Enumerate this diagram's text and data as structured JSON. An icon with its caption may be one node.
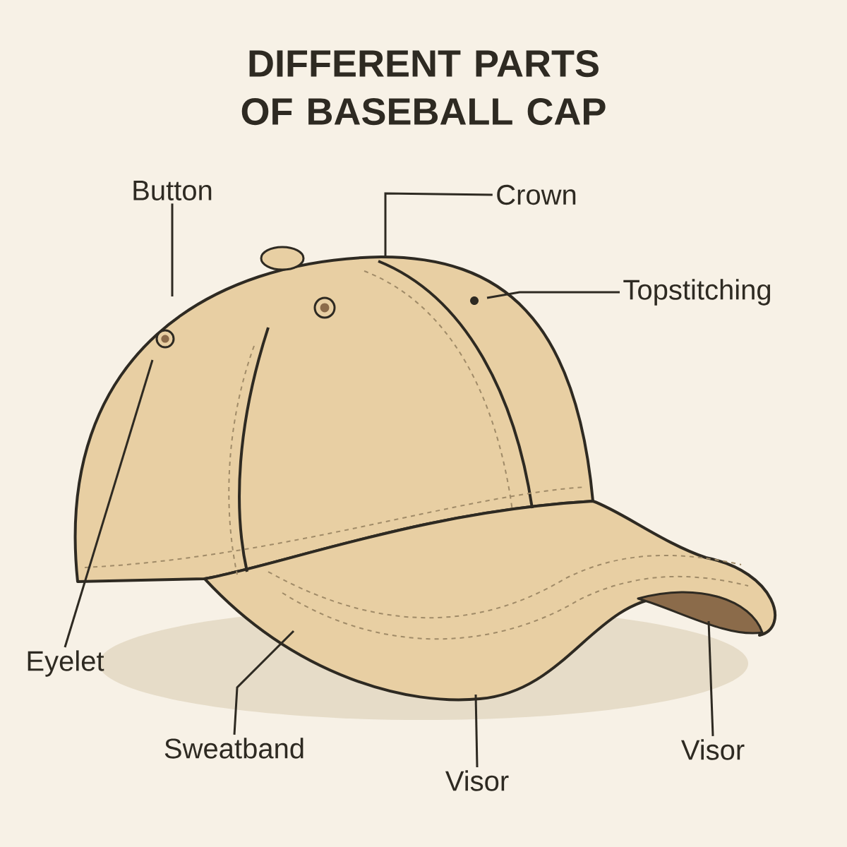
{
  "diagram": {
    "title": "DIFFERENT PARTS OF BASEBALL CAP",
    "nodes": [
      {
        "text": [
          "Button"
        ]
      },
      {
        "text": [
          "Crown"
        ]
      },
      {
        "text": [
          "Topstitching"
        ]
      },
      {
        "text": [
          "Eyelet"
        ]
      },
      {
        "text": [
          "Sweatband"
        ]
      },
      {
        "text": [
          "Visor"
        ]
      },
      {
        "text": [
          "Visor"
        ]
      }
    ],
    "edges": [
      {
        "from": 0,
        "to": null,
        "arrow": "none"
      },
      {
        "from": 1,
        "to": null,
        "arrow": "none"
      },
      {
        "from": 2,
        "to": null,
        "arrow": "none"
      },
      {
        "from": 3,
        "to": null,
        "arrow": "none"
      },
      {
        "from": 4,
        "to": null,
        "arrow": "none"
      },
      {
        "from": 5,
        "to": null,
        "arrow": "none"
      },
      {
        "from": 6,
        "to": null,
        "arrow": "none"
      }
    ]
  }
}
